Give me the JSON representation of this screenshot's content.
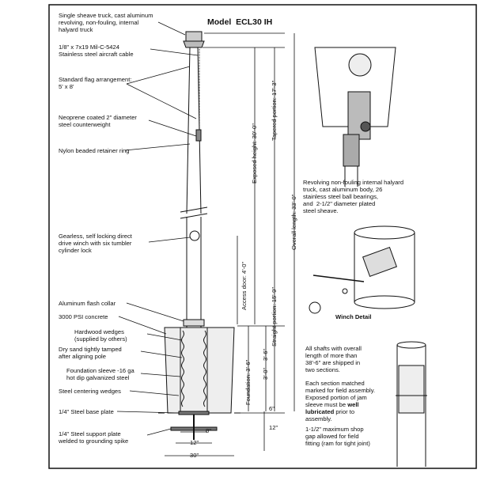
{
  "title": "Model  ECL30 IH",
  "labels": {
    "truck": "Single sheave truck, cast aluminum\nrevolving, non-fouling, internal\nhalyard truck",
    "cable": "1/8\" x 7x19 Mil-C-5424\nStainless steel aircraft cable",
    "flag": "Standard flag arrangement:\n5' x 8'",
    "counterweight": "Neoprene coated 2\" diameter\nsteel counterweight",
    "ring": "Nylon beaded retainer ring",
    "winch": "Gearless, self locking direct\ndrive winch with six tumbler\ncylinder lock",
    "collar": "Aluminum flash collar",
    "concrete": "3000 PSI concrete",
    "wedges": "Hardwood wedges\n(supplied by others)",
    "sand": "Dry sand tightly tamped\nafter aligning pole",
    "sleeve": "Foundation sleeve -16 ga\nhot dip galvanized steel",
    "centering": "Steel centering wedges",
    "baseplate": "1/4\" Steel base plate",
    "supportplate": "1/4\" Steel support plate\nwelded to grounding spike"
  },
  "dimensions": {
    "exposed": "Exposed height: 30'-0\"",
    "tapered": "Tapered portion: 17'-3\"",
    "overall": "Overall length: 33'-0\"",
    "straight": "Straight portion: 15'-9\"",
    "access": "Access door: 4'-0\"",
    "foundation": "Foundation: 3'-6\"",
    "three_six": "3'-6\"",
    "three_zero": "3'-0\"",
    "six_in": "6\"",
    "twelve_in_v": "12\"",
    "eight_in": "8\"",
    "twelve_in": "12\"",
    "thirty_in": "30\""
  },
  "captions": {
    "truck_detail": "Revolving non-fouling internal halyard\ntruck, cast aluminum body, 26\nstainless steel ball bearings,\nand  2-1/2\" diameter plated\nsteel sheave.",
    "winch_detail": "Winch Detail",
    "shafts": "All shafts with overall\nlength of more than\n38'-6\" are shipped in\ntwo sections.",
    "section_pre": "Each section matched\nmarked for field assembly.\nExposed portion of jam\nsleeve must be ",
    "section_bold1": "well",
    "section_bold2": "lubricated",
    "section_post": " prior to\nassembly.",
    "gap": "1-1/2\" maximum shop\ngap allowed for field\nfitting (ram for tight joint)"
  }
}
